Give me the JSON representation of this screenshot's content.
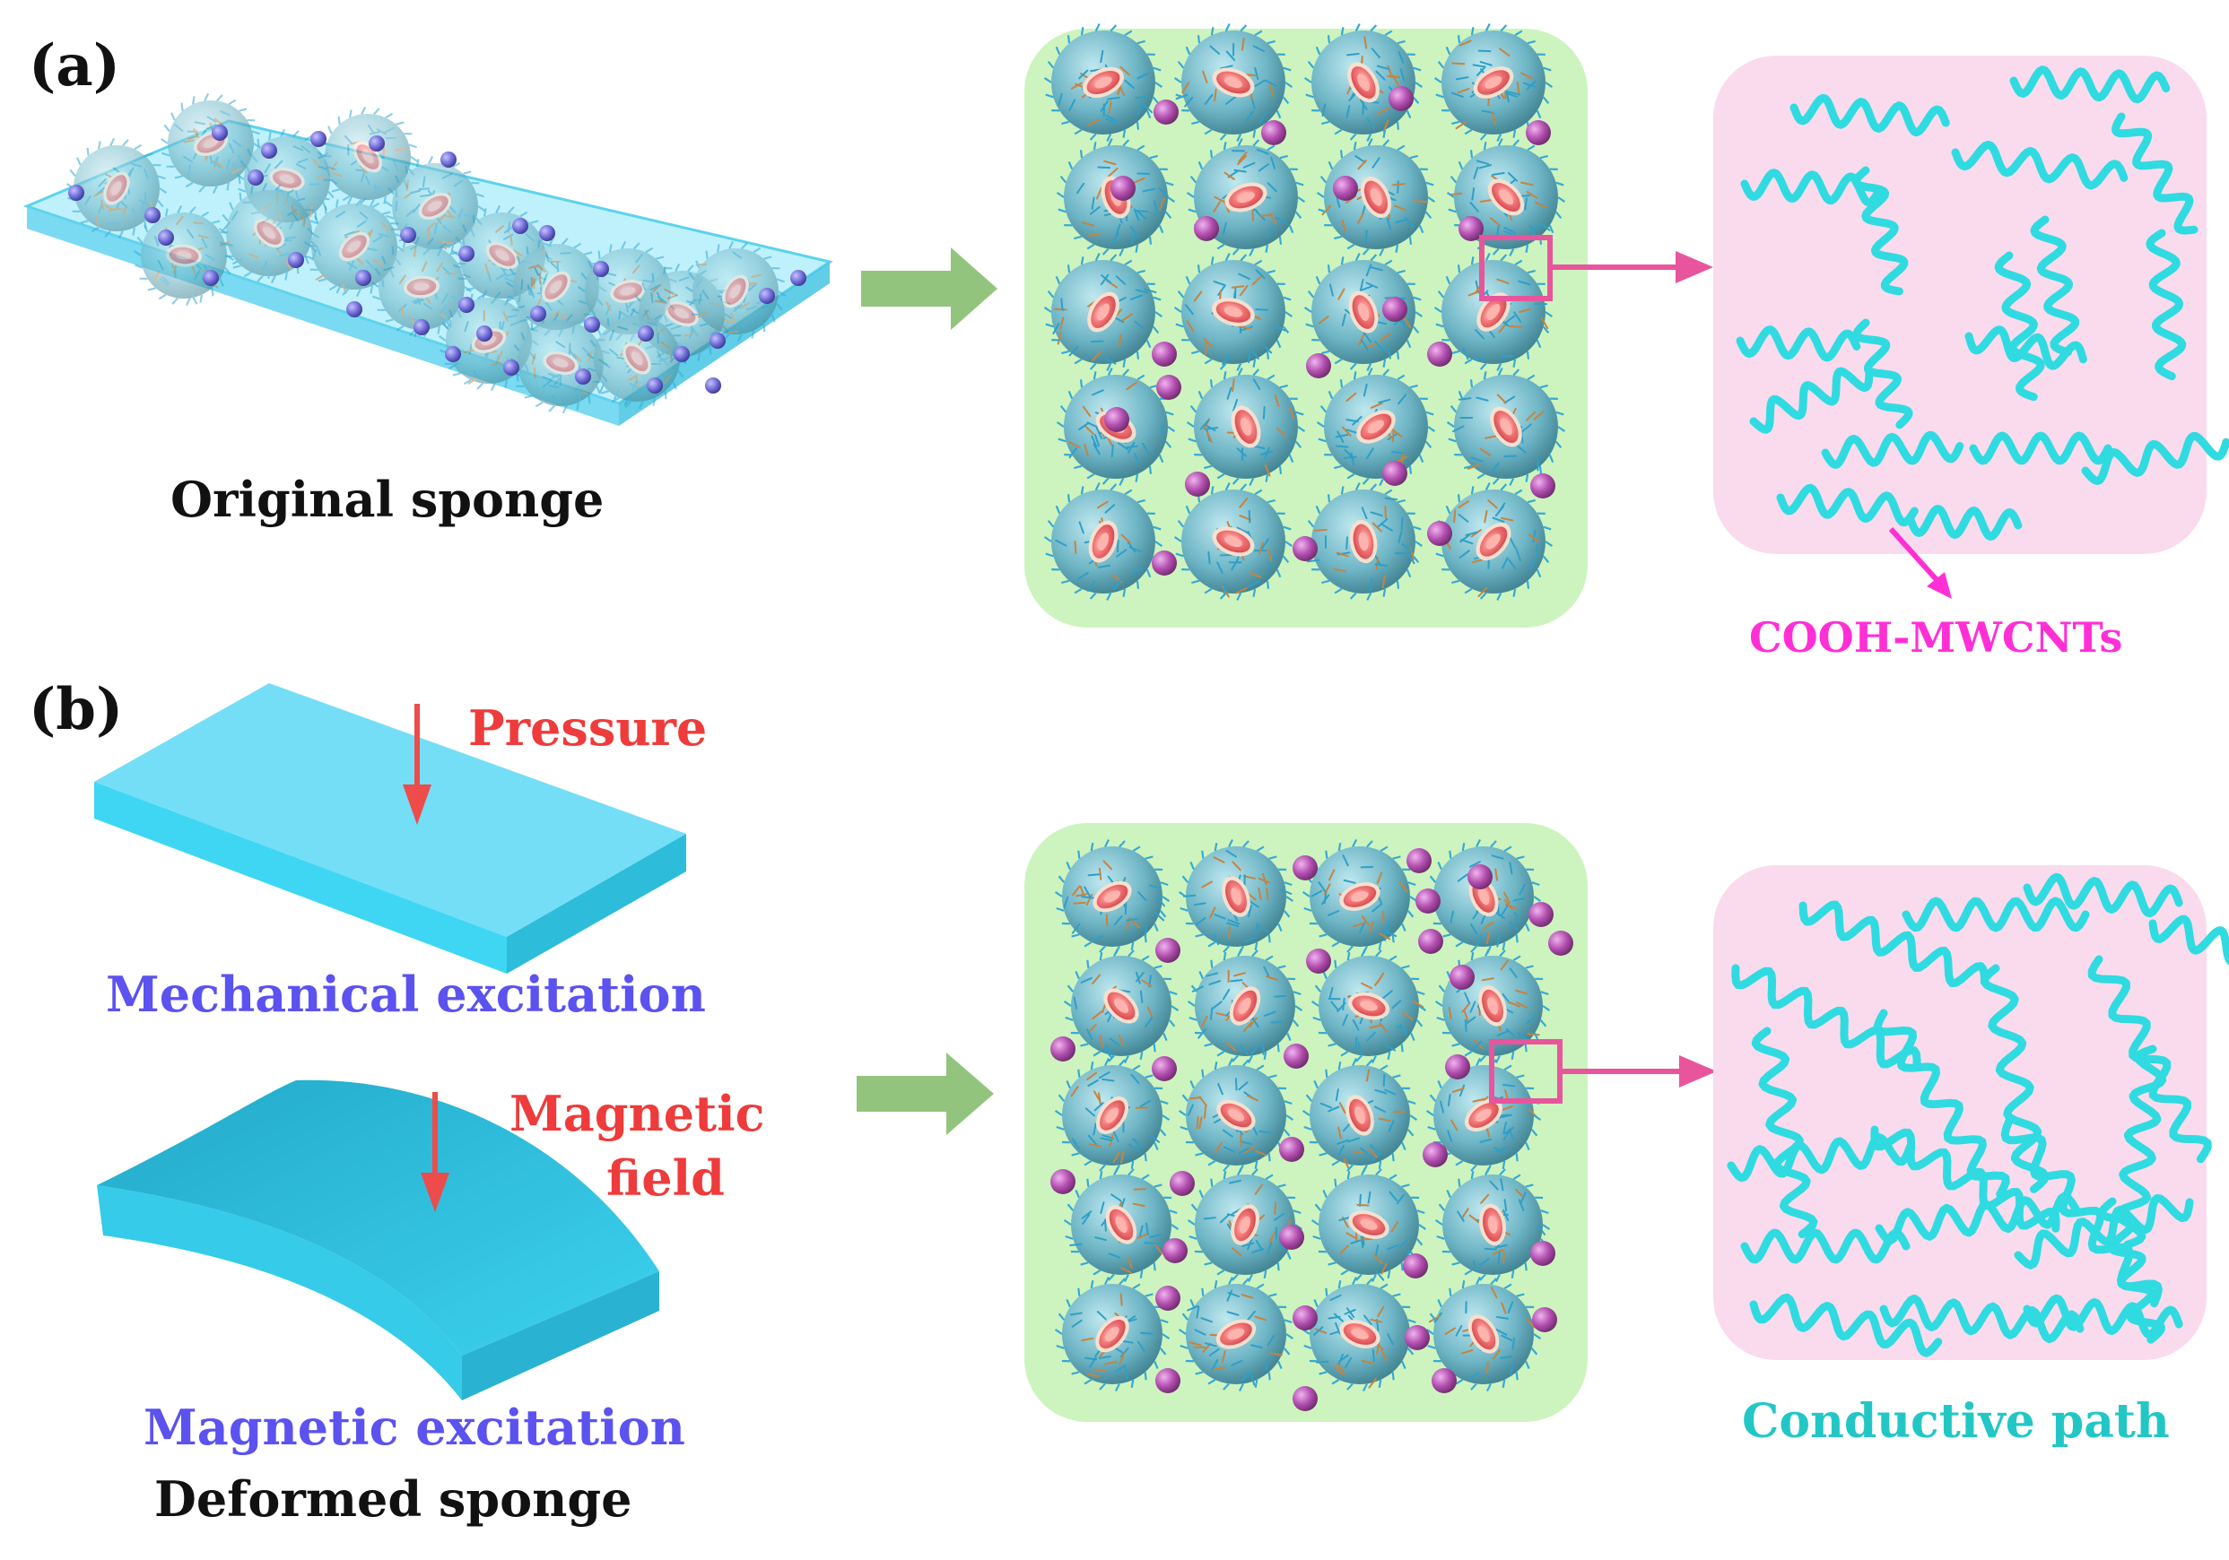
{
  "panels": {
    "a": {
      "letter": "(a)",
      "original_caption": "Original sponge",
      "callout": "COOH-MWCNTs"
    },
    "b": {
      "letter": "(b)",
      "pressure_label": "Pressure",
      "mechanical_caption": "Mechanical excitation",
      "magnetic_label_line1": "Magnetic",
      "magnetic_label_line2": "field",
      "magnetic_caption": "Magnetic excitation",
      "deformed_caption": "Deformed sponge",
      "path_caption": "Conductive path"
    }
  },
  "colors": {
    "sponge_blue": "#3fd6f3",
    "green_panel": "#cdf4bf",
    "pink_panel": "#fadbee",
    "nanotube_cyan": "#2fdbe0",
    "arrow_green": "#93c47d",
    "pink_arrow": "#e8559c",
    "bead_purple": "#b34fb0",
    "core_salmon": "#f2797a",
    "text_blue": "#5b52f0",
    "text_red": "#ee3b3b",
    "text_magenta": "#ff2fd6",
    "text_cyan": "#22c7c5"
  }
}
